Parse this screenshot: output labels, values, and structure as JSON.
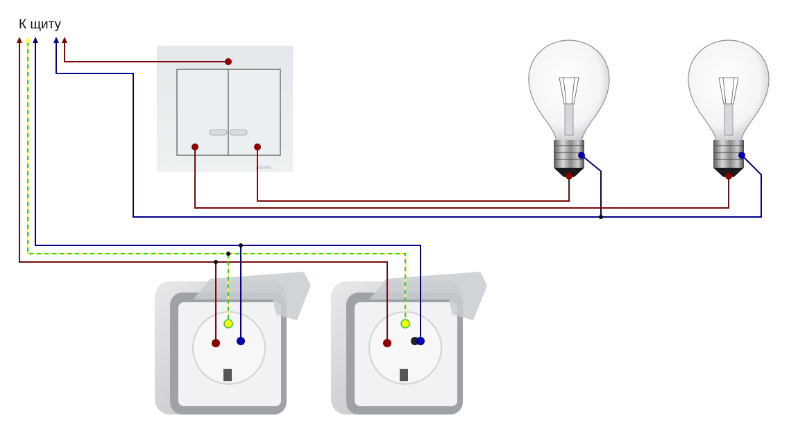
{
  "diagram": {
    "title": "К щиту",
    "colors": {
      "phase": "#7a0a0a",
      "neutral": "#00008b",
      "ground_yellow": "#ffff33",
      "ground_green": "#33cc33",
      "junction": "#000000",
      "phase_dot": "#8b0000",
      "neutral_dot": "#0000aa",
      "ground_dot": "#ffff00"
    },
    "components": {
      "switch": {
        "type": "double-rocker-switch",
        "brand": "MAKEL",
        "keys": 2
      },
      "lamps": [
        {
          "type": "incandescent-bulb"
        },
        {
          "type": "incandescent-bulb"
        }
      ],
      "sockets": [
        {
          "type": "outdoor-schuko-socket"
        },
        {
          "type": "outdoor-schuko-socket"
        }
      ]
    },
    "wires": [
      {
        "name": "panel-phase-sockets",
        "conductor": "phase"
      },
      {
        "name": "panel-ground-sockets",
        "conductor": "ground"
      },
      {
        "name": "panel-neutral-sockets",
        "conductor": "neutral"
      },
      {
        "name": "panel-neutral-lamps",
        "conductor": "neutral"
      },
      {
        "name": "panel-phase-switch",
        "conductor": "phase"
      },
      {
        "name": "switch-key1-lamp2",
        "conductor": "phase"
      },
      {
        "name": "switch-key2-lamp1",
        "conductor": "phase"
      }
    ]
  }
}
